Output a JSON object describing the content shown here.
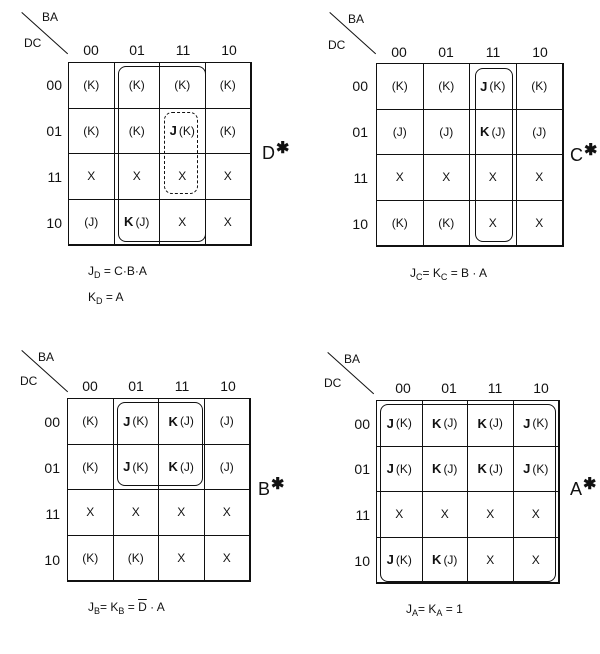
{
  "axis": {
    "ba_label": "BA",
    "dc_label": "DC",
    "columns": [
      "00",
      "01",
      "11",
      "10"
    ],
    "rows": [
      "00",
      "01",
      "11",
      "10"
    ]
  },
  "maps": [
    {
      "variable": "D",
      "star": "✱",
      "cells": [
        [
          {
            "t": "(K)"
          },
          {
            "t": "(K)"
          },
          {
            "t": "(K)"
          },
          {
            "t": "(K)"
          }
        ],
        [
          {
            "t": "(K)"
          },
          {
            "t": "(K)"
          },
          {
            "b": "J",
            "t": "(K)"
          },
          {
            "t": "(K)"
          }
        ],
        [
          {
            "t": "X"
          },
          {
            "t": "X"
          },
          {
            "t": "X"
          },
          {
            "t": "X"
          }
        ],
        [
          {
            "t": "(J)"
          },
          {
            "b": "K",
            "t": "(J)"
          },
          {
            "t": "X"
          },
          {
            "t": "X"
          }
        ]
      ],
      "eq1": {
        "lhs": "J",
        "sub": "D",
        "rhs": "= C·B·A"
      },
      "eq2": {
        "lhs": "K",
        "sub": "D",
        "rhs": "=  A"
      }
    },
    {
      "variable": "C",
      "star": "✱",
      "cells": [
        [
          {
            "t": "(K)"
          },
          {
            "t": "(K)"
          },
          {
            "b": "J",
            "t": "(K)"
          },
          {
            "t": "(K)"
          }
        ],
        [
          {
            "t": "(J)"
          },
          {
            "t": "(J)"
          },
          {
            "b": "K",
            "t": "(J)"
          },
          {
            "t": "(J)"
          }
        ],
        [
          {
            "t": "X"
          },
          {
            "t": "X"
          },
          {
            "t": "X"
          },
          {
            "t": "X"
          }
        ],
        [
          {
            "t": "(K)"
          },
          {
            "t": "(K)"
          },
          {
            "t": "X"
          },
          {
            "t": "X"
          }
        ]
      ],
      "eq1": {
        "lhs": "J",
        "sub": "C",
        "mid": "= K",
        "sub2": "C",
        "rhs": "= B · A"
      }
    },
    {
      "variable": "B",
      "star": "✱",
      "cells": [
        [
          {
            "t": "(K)"
          },
          {
            "b": "J",
            "t": "(K)"
          },
          {
            "b": "K",
            "t": "(J)"
          },
          {
            "t": "(J)"
          }
        ],
        [
          {
            "t": "(K)"
          },
          {
            "b": "J",
            "t": "(K)"
          },
          {
            "b": "K",
            "t": "(J)"
          },
          {
            "t": "(J)"
          }
        ],
        [
          {
            "t": "X"
          },
          {
            "t": "X"
          },
          {
            "t": "X"
          },
          {
            "t": "X"
          }
        ],
        [
          {
            "t": "(K)"
          },
          {
            "t": "(K)"
          },
          {
            "t": "X"
          },
          {
            "t": "X"
          }
        ]
      ],
      "eq1": {
        "lhs": "J",
        "sub": "B",
        "mid": "= K",
        "sub2": "B",
        "rhs": "= ",
        "bar": "D",
        "rhs2": "· A"
      }
    },
    {
      "variable": "A",
      "star": "✱",
      "cells": [
        [
          {
            "b": "J",
            "t": "(K)"
          },
          {
            "b": "K",
            "t": "(J)"
          },
          {
            "b": "K",
            "t": "(J)"
          },
          {
            "b": "J",
            "t": "(K)"
          }
        ],
        [
          {
            "b": "J",
            "t": "(K)"
          },
          {
            "b": "K",
            "t": "(J)"
          },
          {
            "b": "K",
            "t": "(J)"
          },
          {
            "b": "J",
            "t": "(K)"
          }
        ],
        [
          {
            "t": "X"
          },
          {
            "t": "X"
          },
          {
            "t": "X"
          },
          {
            "t": "X"
          }
        ],
        [
          {
            "b": "J",
            "t": "(K)"
          },
          {
            "b": "K",
            "t": "(J)"
          },
          {
            "t": "X"
          },
          {
            "t": "X"
          }
        ]
      ],
      "eq1": {
        "lhs": "J",
        "sub": "A",
        "mid": "=  K",
        "sub2": "A",
        "rhs": "= 1"
      }
    }
  ]
}
